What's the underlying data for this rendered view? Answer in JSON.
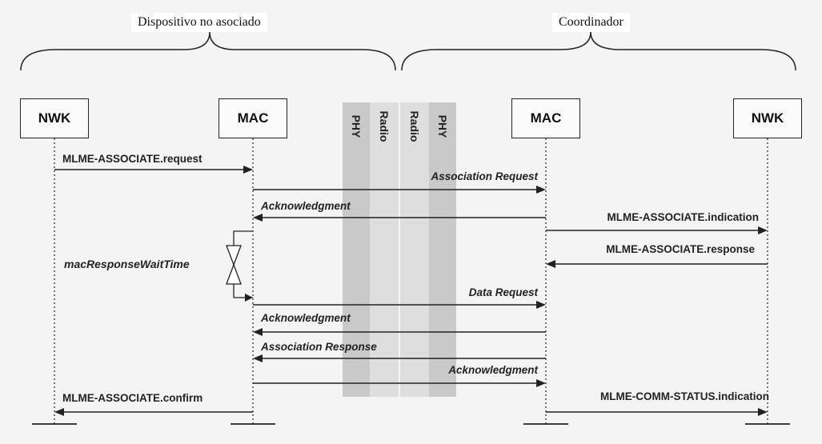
{
  "groups": {
    "left": "Dispositivo no asociado",
    "right": "Coordinador"
  },
  "lanes": {
    "nwk_left": "NWK",
    "mac_left": "MAC",
    "mac_right": "MAC",
    "nwk_right": "NWK"
  },
  "bands": {
    "phy_left": "PHY",
    "radio_left": "Radio",
    "radio_right": "Radio",
    "phy_right": "PHY"
  },
  "timer": "macResponseWaitTime",
  "messages": [
    {
      "label": "MLME-ASSOCIATE.request",
      "from": "nwk_left",
      "to": "mac_left",
      "italic": false
    },
    {
      "label": "Association Request",
      "from": "mac_left",
      "to": "mac_right",
      "italic": true
    },
    {
      "label": "Acknowledgment",
      "from": "mac_right",
      "to": "mac_left",
      "italic": true
    },
    {
      "label": "MLME-ASSOCIATE.indication",
      "from": "mac_right",
      "to": "nwk_right",
      "italic": false
    },
    {
      "label": "MLME-ASSOCIATE.response",
      "from": "nwk_right",
      "to": "mac_right",
      "italic": false
    },
    {
      "label": "Data Request",
      "from": "mac_left",
      "to": "mac_right",
      "italic": true
    },
    {
      "label": "Acknowledgment",
      "from": "mac_right",
      "to": "mac_left",
      "italic": true
    },
    {
      "label": "Association Response",
      "from": "mac_right",
      "to": "mac_left",
      "italic": true
    },
    {
      "label": "Acknowledgment",
      "from": "mac_left",
      "to": "mac_right",
      "italic": true
    },
    {
      "label": "MLME-ASSOCIATE.confirm",
      "from": "mac_left",
      "to": "nwk_left",
      "italic": false
    },
    {
      "label": "MLME-COMM-STATUS.indication",
      "from": "mac_right",
      "to": "nwk_right",
      "italic": false
    }
  ]
}
